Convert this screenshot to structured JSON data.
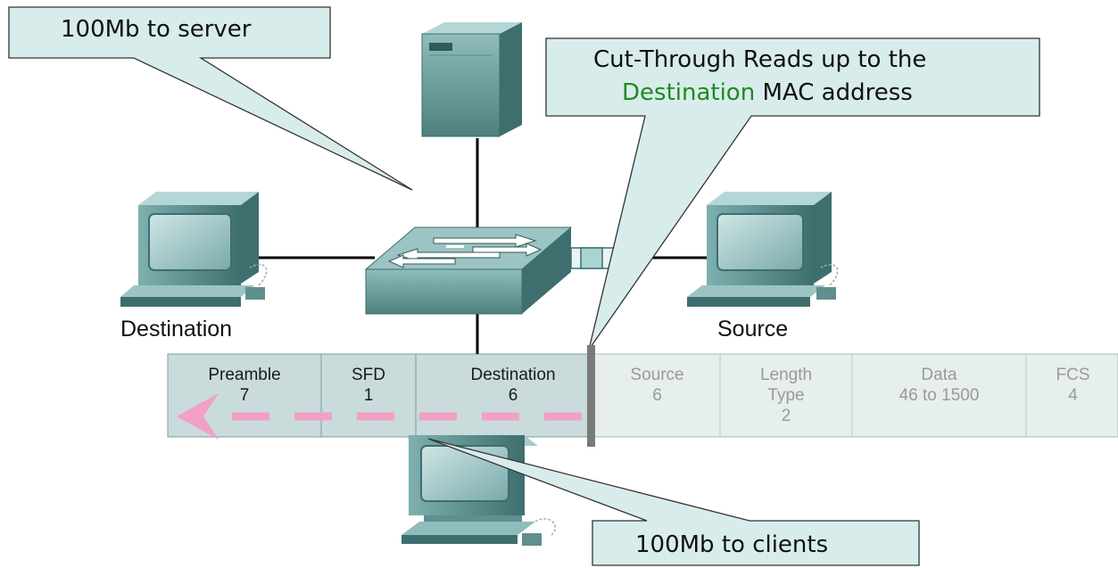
{
  "callouts": {
    "server": "100Mb to server",
    "cut_through_line1": "Cut-Through Reads up to the",
    "cut_through_highlight": "Destination",
    "cut_through_rest": " MAC address",
    "clients": "100Mb to clients"
  },
  "labels": {
    "destination_host": "Destination",
    "source_host": "Source"
  },
  "frame": {
    "fields": [
      {
        "name": "Preamble",
        "bytes": "7",
        "extra": "",
        "read": true
      },
      {
        "name": "SFD",
        "bytes": "1",
        "extra": "",
        "read": true
      },
      {
        "name": "Destination",
        "bytes": "6",
        "extra": "",
        "read": true
      },
      {
        "name": "Source",
        "bytes": "6",
        "extra": "",
        "read": false
      },
      {
        "name": "Length",
        "bytes": "Type",
        "extra": "2",
        "read": false
      },
      {
        "name": "Data",
        "bytes": "46 to 1500",
        "extra": "",
        "read": false
      },
      {
        "name": "FCS",
        "bytes": "4",
        "extra": "",
        "read": false
      }
    ]
  },
  "colors": {
    "device": "#5f8f8f",
    "device_dark": "#3d6b6b",
    "device_light": "#8fbcbc",
    "callout_fill": "#d8ecec",
    "frame_read": "#c9dbdb",
    "frame_unread": "#e6eeee",
    "arrow": "#f2a0c8",
    "highlight": "#1f8a1f"
  }
}
